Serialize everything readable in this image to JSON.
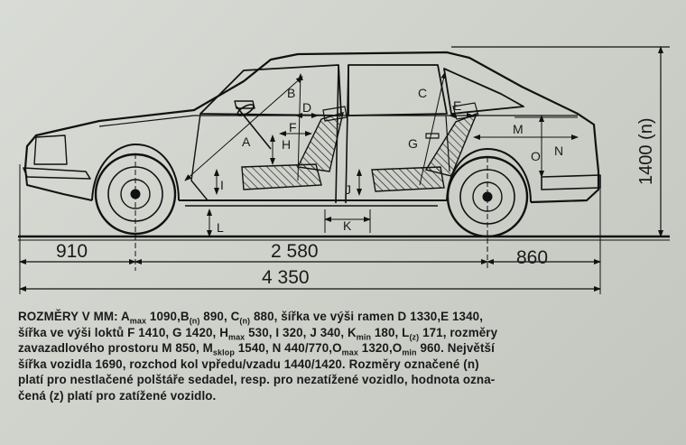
{
  "dimensions": {
    "front_overhang": "910",
    "wheelbase": "2 580",
    "rear_overhang": "860",
    "total_length": "4 350",
    "height": "1400 (n)"
  },
  "labels": {
    "A": "A",
    "B": "B",
    "C": "C",
    "D": "D",
    "E": "E",
    "F": "F",
    "G": "G",
    "H": "H",
    "I": "I",
    "J": "J",
    "K": "K",
    "L": "L",
    "M": "M",
    "N": "N",
    "O": "O"
  },
  "caption": {
    "l1_a": "ROZMĚRY V MM: A",
    "l1_sub1": "max",
    "l1_b": " 1090,B",
    "l1_sub2": "(n)",
    "l1_c": " 890, C",
    "l1_sub3": "(n)",
    "l1_d": " 880, šířka ve výši ramen D 1330,E 1340,",
    "l2_a": "šířka ve výši loktů F 1410, G 1420, H",
    "l2_sub1": "max",
    "l2_b": " 530, I 320, J 340, K",
    "l2_sub2": "min",
    "l2_c": " 180, L",
    "l2_sub3": "(z)",
    "l2_d": " 171, rozměry",
    "l3": "zavazadlového prostoru M 850, M",
    "l3_sub": "sklop",
    "l3_b": " 1540, N 440/770,O",
    "l3_sub2": "max",
    "l3_c": " 1320,O",
    "l3_sub3": "min",
    "l3_d": " 960. Největší",
    "l4": "šířka vozidla 1690, rozchod kol vpředu/vzadu 1440/1420. Rozměry označené (n)",
    "l5": "platí pro nestlačené polštáře sedadel, resp. pro nezatížené vozidlo, hodnota ozna-",
    "l6": "čená (z) platí pro zatížené vozidlo."
  }
}
